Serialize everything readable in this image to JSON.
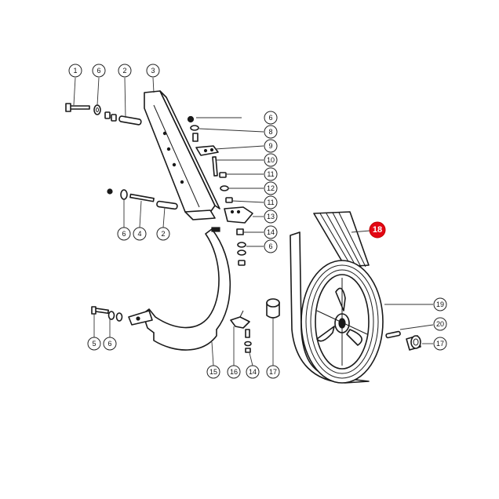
{
  "callouts": {
    "c1": "1",
    "c6a": "6",
    "c2a": "2",
    "c3": "3",
    "c6b": "6",
    "c8": "8",
    "c9": "9",
    "c10": "10",
    "c11a": "11",
    "c12": "12",
    "c11b": "11",
    "c13": "13",
    "c14a": "14",
    "c6c": "6",
    "c6d": "6",
    "c4": "4",
    "c2b": "2",
    "c5": "5",
    "c6e": "6",
    "c15": "15",
    "c16": "16",
    "c14b": "14",
    "c17a": "17",
    "c18": "18",
    "c19": "19",
    "c20": "20",
    "c17b": "17"
  },
  "colors": {
    "highlight": "#e30613",
    "line": "#1a1a1a"
  }
}
